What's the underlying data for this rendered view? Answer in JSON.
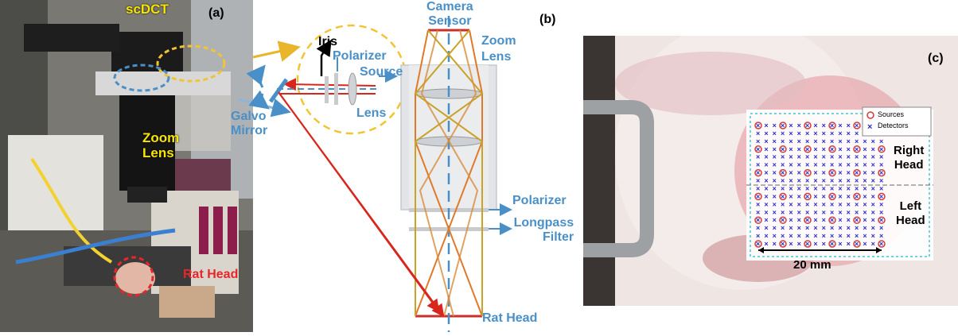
{
  "panel_a": {
    "tag": "(a)",
    "label_scdct": "scDCT",
    "label_zoom_lens_1": "Zoom",
    "label_zoom_lens_2": "Lens",
    "label_rat_head": "Rat Head"
  },
  "panel_b": {
    "tag": "(b)",
    "camera_sensor_1": "Camera",
    "camera_sensor_2": "Sensor",
    "zoom_lens_1": "Zoom",
    "zoom_lens_2": "Lens",
    "iris": "Iris",
    "polarizer": "Polarizer",
    "source": "Source",
    "lens": "Lens",
    "galvo_1": "Galvo",
    "galvo_2": "Mirror",
    "polarizer_right": "Polarizer",
    "longpass_1": "Longpass",
    "longpass_2": "Filter",
    "rat_head": "Rat Head"
  },
  "panel_c": {
    "tag": "(c)",
    "legend_sources": "Sources",
    "legend_detectors": "Detectors",
    "right_head_1": "Right",
    "right_head_2": "Head",
    "left_head_1": "Left",
    "left_head_2": "Head",
    "scale": "20 mm"
  },
  "colors": {
    "yellow_label": "#f6e600",
    "red_label": "#e8262a",
    "blue_label": "#4a90c8",
    "dashed_circle": "#f2c433",
    "ray_red": "#d9261c",
    "ray_orange": "#e07a2a",
    "ray_gold": "#c9a227",
    "source_marker": "#d43a3a",
    "detector_marker": "#2b2bd0"
  }
}
